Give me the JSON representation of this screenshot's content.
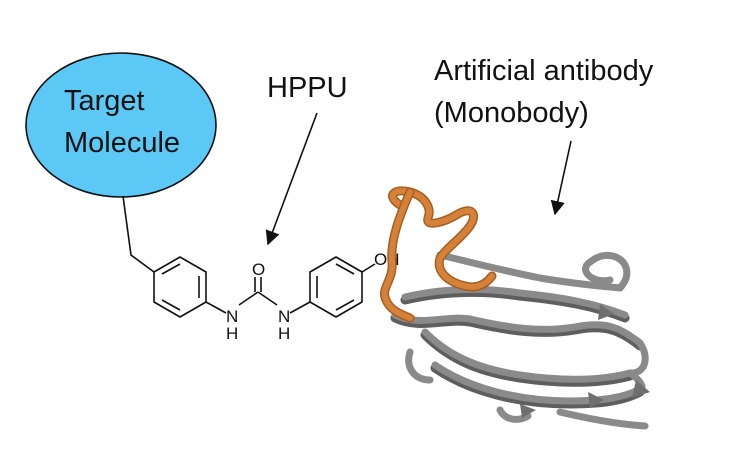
{
  "labels": {
    "target_line1": "Target",
    "target_line2": "Molecule",
    "hppu": "HPPU",
    "antibody_line1": "Artificial antibody",
    "antibody_line2": "(Monobody)"
  },
  "atoms": {
    "oxygen": "O",
    "nh_left_n": "N",
    "nh_left_h": "H",
    "nh_right_n": "N",
    "nh_right_h": "H",
    "hydroxyl": "OH"
  },
  "colors": {
    "target_fill": "#5bc8f5",
    "outline": "#111111",
    "protein_strand": "#858585",
    "protein_strand_dark": "#5e5e5e",
    "protein_loop": "#d4823a",
    "protein_loop_dark": "#a85d1f"
  }
}
